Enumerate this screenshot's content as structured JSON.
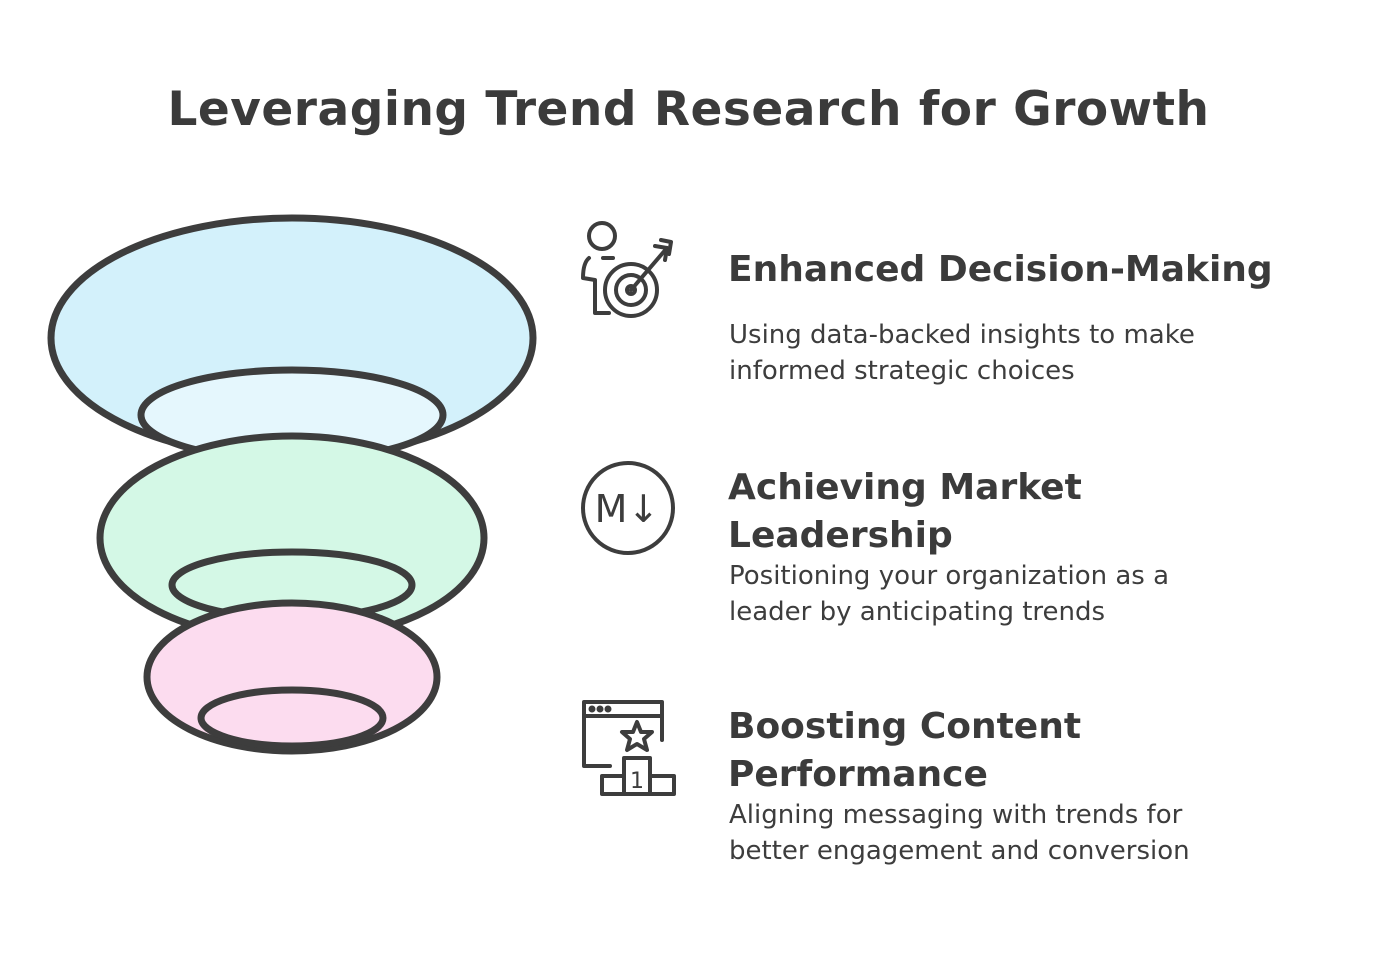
{
  "title": "Leveraging Trend Research for Growth",
  "colors": {
    "stroke": "#3d3d3d",
    "top_fill": "#d3f1fb",
    "middle_fill": "#d4f8e6",
    "bottom_fill": "#fcdcef"
  },
  "items": [
    {
      "icon": "person-target-icon",
      "title": "Enhanced Decision-Making",
      "description_line1": "Using data-backed insights to make",
      "description_line2": "informed strategic choices"
    },
    {
      "icon": "markdown-circle-icon",
      "icon_text": "M↓",
      "title_line1": "Achieving Market",
      "title_line2": "Leadership",
      "description_line1": "Positioning your organization as a",
      "description_line2": "leader by anticipating trends"
    },
    {
      "icon": "browser-star-podium-icon",
      "podium_label": "1",
      "title_line1": "Boosting Content",
      "title_line2": "Performance",
      "description_line1": "Aligning messaging with trends for",
      "description_line2": "better engagement and conversion"
    }
  ]
}
